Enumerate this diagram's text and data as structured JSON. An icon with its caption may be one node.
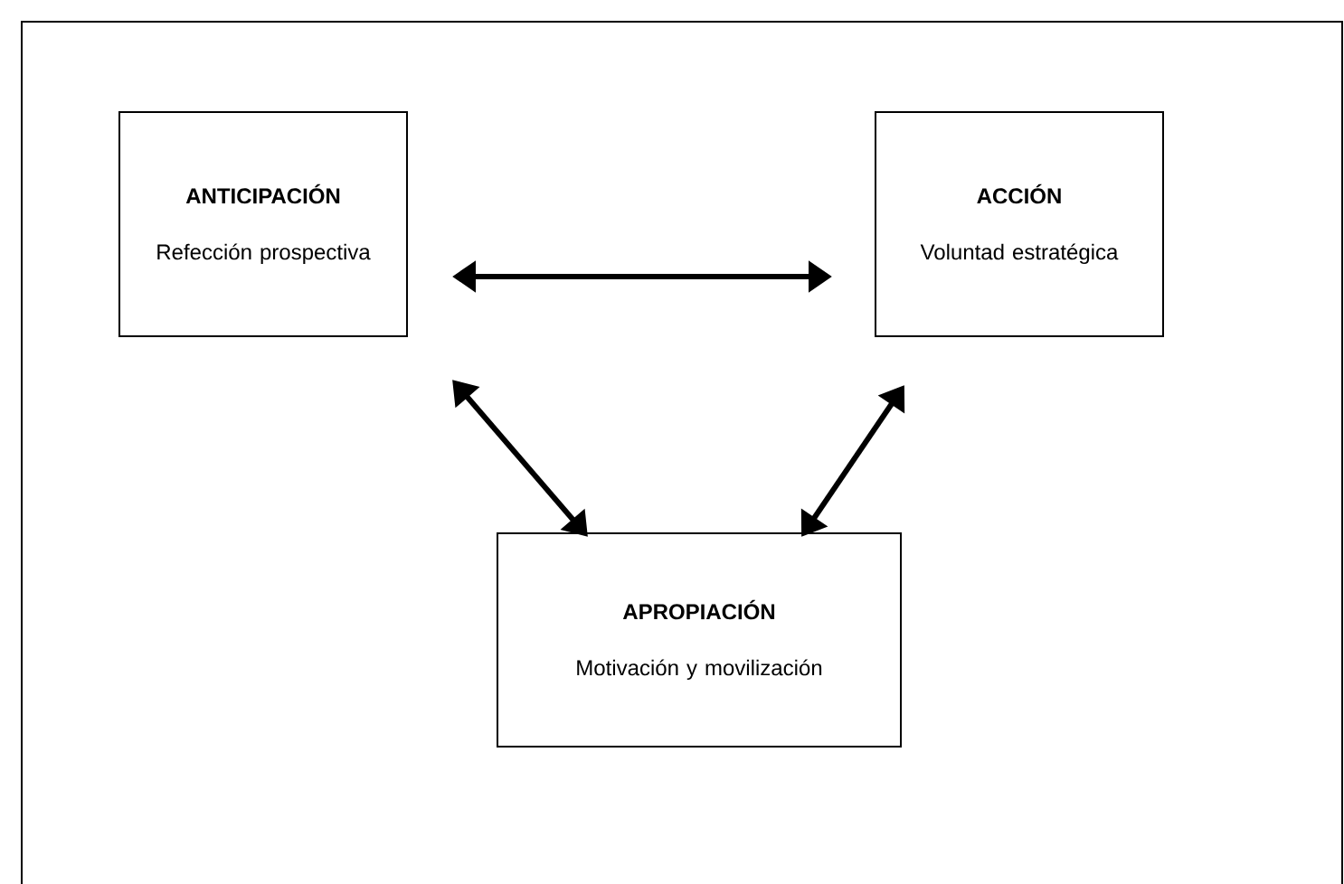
{
  "diagram": {
    "nodes": [
      {
        "text": [
          "ANTICIPACIÓN",
          "Refección prospectiva"
        ]
      },
      {
        "text": [
          "ACCIÓN",
          "Voluntad estratégica"
        ]
      },
      {
        "text": [
          "APROPIACIÓN",
          "Motivación y movilización"
        ]
      }
    ],
    "edges": [
      {
        "from": 0,
        "to": 1,
        "arrow": "both"
      },
      {
        "from": 0,
        "to": 2,
        "arrow": "both"
      },
      {
        "from": 1,
        "to": 2,
        "arrow": "both"
      }
    ]
  }
}
